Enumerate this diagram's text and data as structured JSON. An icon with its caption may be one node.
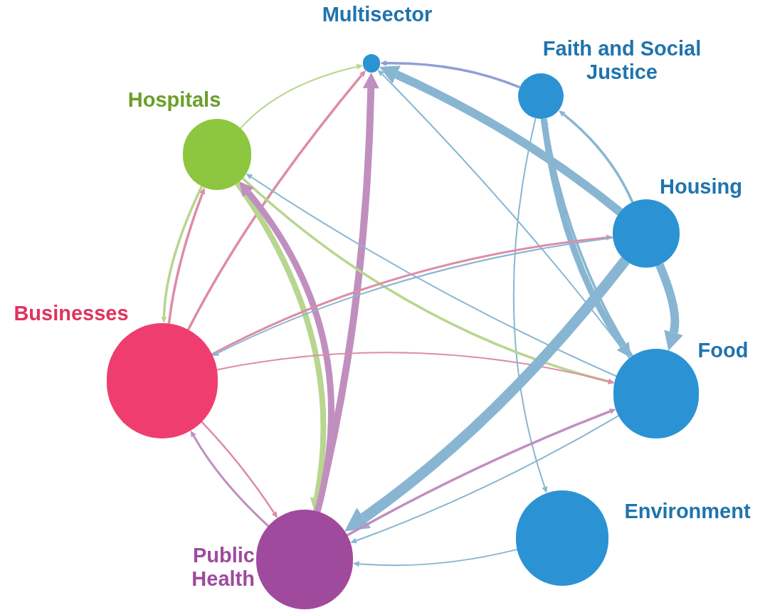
{
  "diagram": {
    "nodes": [
      {
        "text": [
          "Multisector"
        ]
      },
      {
        "text": [
          "Faith and Social Justice"
        ]
      },
      {
        "text": [
          "Hospitals"
        ]
      },
      {
        "text": [
          "Housing"
        ]
      },
      {
        "text": [
          "Businesses"
        ]
      },
      {
        "text": [
          "Food"
        ]
      },
      {
        "text": [
          "Environment"
        ]
      },
      {
        "text": [
          "Public Health"
        ]
      }
    ],
    "edges": [
      {
        "from": 2,
        "to": 0,
        "arrow": "to",
        "color": "#b8d68f"
      },
      {
        "from": 1,
        "to": 0,
        "arrow": "to",
        "color": "#8f9fd5"
      },
      {
        "from": 3,
        "to": 0,
        "arrow": "to",
        "style": "thick"
      },
      {
        "from": 4,
        "to": 0,
        "arrow": "to",
        "color": "#de8ca6"
      },
      {
        "from": 7,
        "to": 0,
        "arrow": "to",
        "style": "thick",
        "color": "#c08fbf"
      },
      {
        "from": 5,
        "to": 0,
        "arrow": "to"
      },
      {
        "from": 3,
        "to": 1,
        "arrow": "to"
      },
      {
        "from": 5,
        "to": 1,
        "arrow": "to"
      },
      {
        "from": 1,
        "to": 5,
        "arrow": "to",
        "style": "thick"
      },
      {
        "from": 1,
        "to": 6,
        "arrow": "to"
      },
      {
        "from": 2,
        "to": 4,
        "arrow": "to",
        "color": "#b8d68f"
      },
      {
        "from": 4,
        "to": 2,
        "arrow": "to",
        "color": "#de8ca6"
      },
      {
        "from": 2,
        "to": 5,
        "arrow": "to",
        "color": "#b8d68f"
      },
      {
        "from": 2,
        "to": 7,
        "arrow": "to",
        "style": "thick",
        "color": "#b8d68f"
      },
      {
        "from": 7,
        "to": 2,
        "arrow": "to",
        "style": "thick",
        "color": "#c08fbf"
      },
      {
        "from": 5,
        "to": 2,
        "arrow": "to"
      },
      {
        "from": 4,
        "to": 3,
        "arrow": "to",
        "color": "#de8ca6"
      },
      {
        "from": 3,
        "to": 4,
        "arrow": "to"
      },
      {
        "from": 4,
        "to": 5,
        "arrow": "to",
        "color": "#de8ca6"
      },
      {
        "from": 3,
        "to": 5,
        "arrow": "to",
        "style": "thick"
      },
      {
        "from": 3,
        "to": 7,
        "arrow": "to",
        "style": "thick"
      },
      {
        "from": 4,
        "to": 7,
        "arrow": "to",
        "color": "#de8ca6"
      },
      {
        "from": 7,
        "to": 4,
        "arrow": "to",
        "color": "#c08fbf"
      },
      {
        "from": 7,
        "to": 5,
        "arrow": "to",
        "color": "#c08fbf"
      },
      {
        "from": 5,
        "to": 7,
        "arrow": "to"
      },
      {
        "from": 6,
        "to": 7,
        "arrow": "to"
      }
    ]
  }
}
